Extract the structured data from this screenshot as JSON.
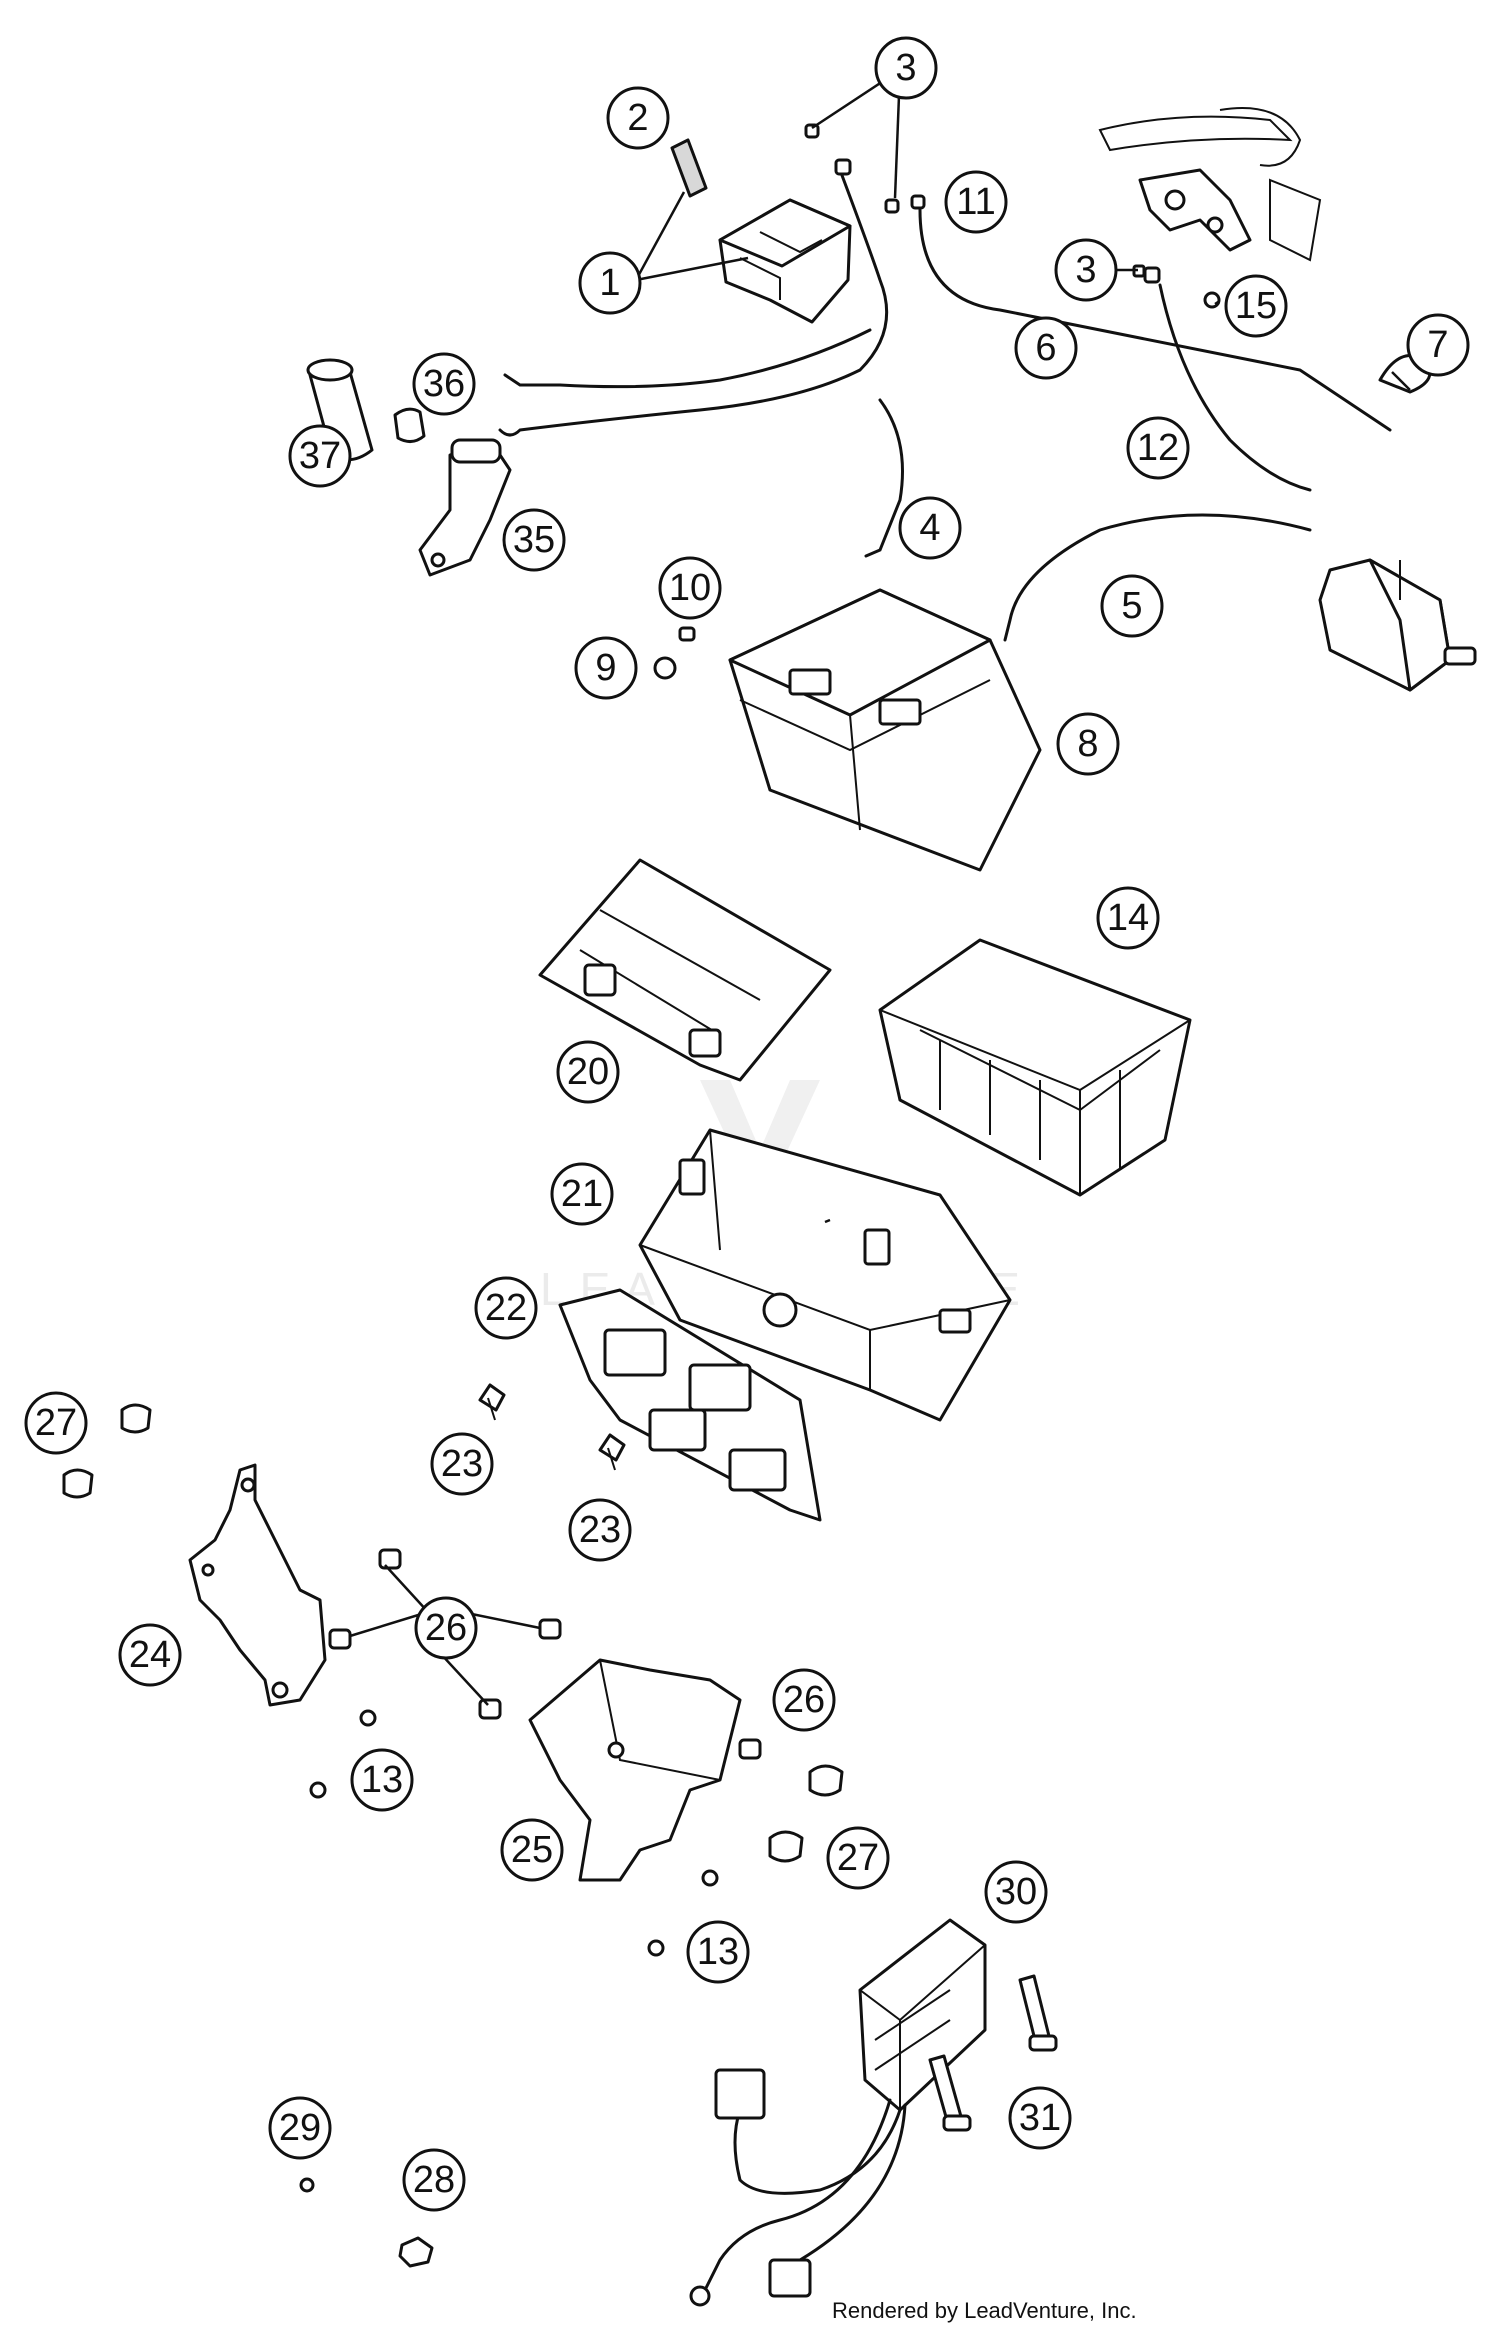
{
  "diagram": {
    "callouts": [
      "1",
      "2",
      "3",
      "3",
      "4",
      "5",
      "6",
      "7",
      "8",
      "9",
      "10",
      "11",
      "12",
      "13",
      "13",
      "14",
      "15",
      "20",
      "21",
      "22",
      "23",
      "23",
      "24",
      "25",
      "26",
      "26",
      "27",
      "27",
      "28",
      "29",
      "30",
      "31",
      "35",
      "36",
      "37"
    ],
    "watermark": "LEADVENTURE",
    "credit": "Rendered by LeadVenture, Inc."
  }
}
